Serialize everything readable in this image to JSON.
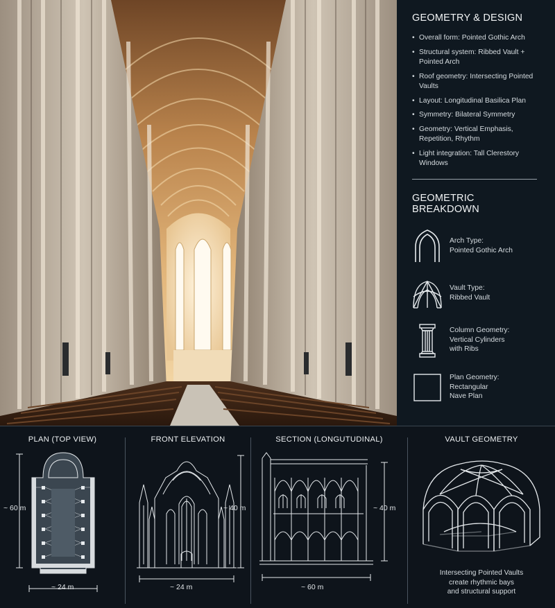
{
  "side": {
    "title_design": "GEOMETRY & DESIGN",
    "design_items": [
      "Overall form: Pointed Gothic Arch",
      "Structural system: Ribbed Vault + Pointed Arch",
      "Roof geometry: Intersecting Pointed Vaults",
      "Layout: Longitudinal Basilica Plan",
      "Symmetry: Bilateral Symmetry",
      "Geometry: Vertical Emphasis, Repetition, Rhythm",
      "Light integration: Tall Clerestory Windows"
    ],
    "title_breakdown": "GEOMETRIC BREAKDOWN",
    "breakdown": [
      {
        "icon": "pointed-arch-icon",
        "line1": "Arch Type:",
        "line2": "Pointed Gothic Arch",
        "line3": ""
      },
      {
        "icon": "ribbed-vault-icon",
        "line1": "Vault Type:",
        "line2": "Ribbed Vault",
        "line3": ""
      },
      {
        "icon": "column-icon",
        "line1": "Column Geometry:",
        "line2": "Vertical Cylinders",
        "line3": "with Ribs"
      },
      {
        "icon": "rectangle-plan-icon",
        "line1": "Plan Geometry:",
        "line2": "Rectangular",
        "line3": "Nave Plan"
      }
    ]
  },
  "diagrams": {
    "plan": {
      "title": "PLAN (TOP VIEW)",
      "height": "~ 60 m",
      "width": "~ 24 m"
    },
    "elevation": {
      "title": "FRONT ELEVATION",
      "height": "~ 40 m",
      "width": "~ 24 m"
    },
    "section": {
      "title": "SECTION (LONGUTUDINAL)",
      "height": "~ 40 m",
      "width": "~ 60 m"
    },
    "vault": {
      "title": "VAULT GEOMETRY",
      "caption_lines": [
        "Intersecting Pointed Vaults",
        "create rhythmic bays",
        "and structural support"
      ]
    }
  },
  "colors": {
    "panel_bg": "#0f1820",
    "bottom_bg": "#0e141b",
    "line": "#e6eaed",
    "warm_light": "#e8b56e"
  }
}
